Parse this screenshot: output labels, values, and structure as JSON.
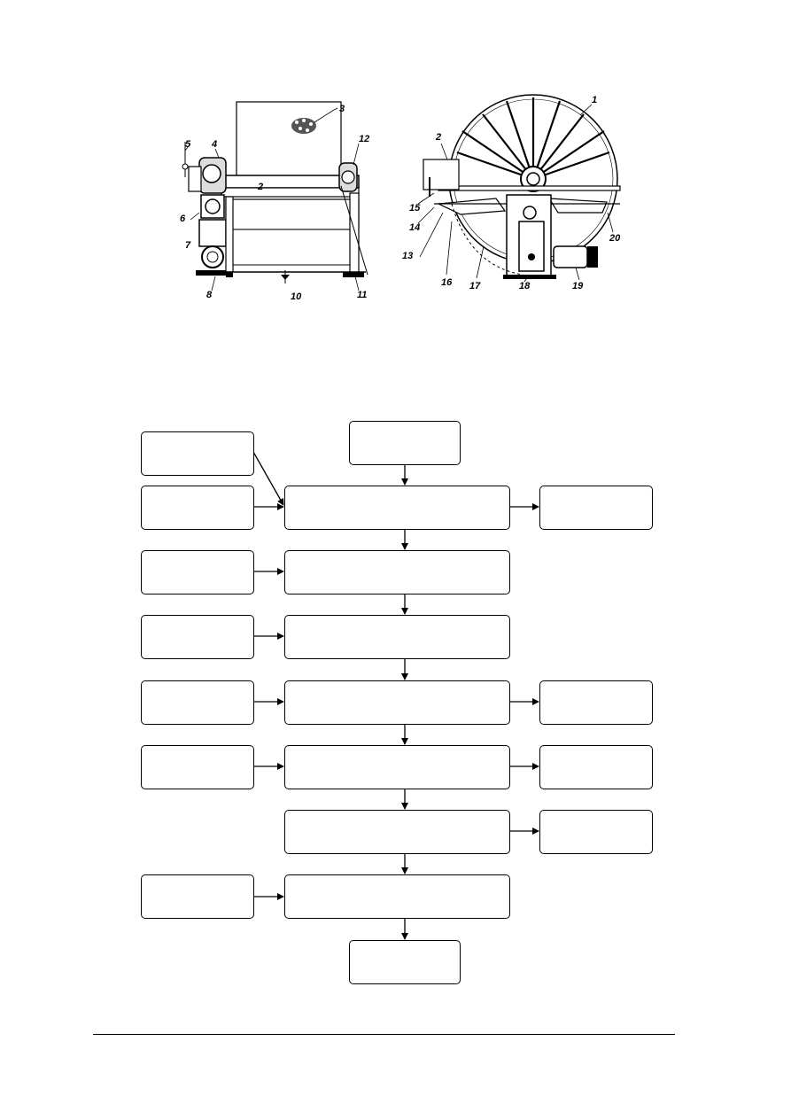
{
  "machine_front_view": {
    "callouts": [
      "2",
      "3",
      "4",
      "5",
      "6",
      "7",
      "8",
      "10",
      "11",
      "12"
    ]
  },
  "machine_side_view": {
    "callouts": [
      "1",
      "2",
      "13",
      "14",
      "15",
      "16",
      "17",
      "18",
      "19",
      "20"
    ]
  },
  "flowchart": {
    "input_top": "",
    "main_steps": [
      "",
      "",
      "",
      "",
      "",
      "",
      ""
    ],
    "left_inputs": [
      "",
      "",
      "",
      "",
      "",
      "",
      ""
    ],
    "right_outputs": [
      "",
      "",
      "",
      ""
    ],
    "output_bottom": ""
  }
}
